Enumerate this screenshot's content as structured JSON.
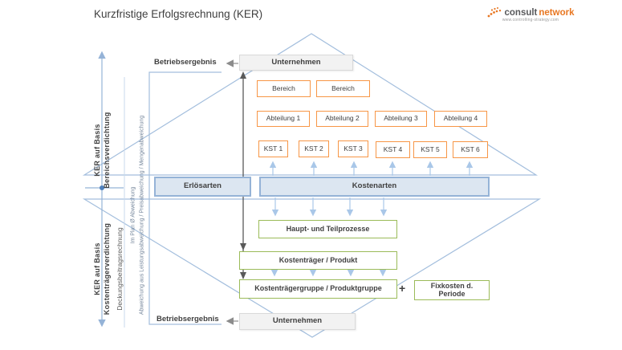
{
  "title": "Kurzfristige Erfolgsrechnung (KER)",
  "logo": {
    "brand_gray": "consult",
    "brand_orange": "network",
    "tagline": "www.controlling-strategy.com"
  },
  "axis_labels": {
    "top_bold_line1": "KER auf Basis",
    "top_bold_line2": "Bereichsverdichtung",
    "bottom_bold_line1": "KER auf Basis",
    "bottom_bold_line2": "Kostenträgerverdichtung",
    "bottom_regular": "Deckungsbeitragsrechnung",
    "variance_short": "Im Plan Ø Abweichung",
    "variance_long": "Abweichung aus Leistungsabweichung / Preisabweichung / Mengenabweichung"
  },
  "labels": {
    "betriebsergebnis_top": "Betriebsergebnis",
    "betriebsergebnis_bottom": "Betriebsergebnis",
    "plus": "+"
  },
  "nodes": {
    "unternehmen_top": "Unternehmen",
    "unternehmen_bottom": "Unternehmen",
    "bereich": [
      "Bereich",
      "Bereich"
    ],
    "abteilung": [
      "Abteilung 1",
      "Abteilung 2",
      "Abteilung 3",
      "Abteilung 4"
    ],
    "kst": [
      "KST 1",
      "KST 2",
      "KST 3",
      "KST 4",
      "KST 5",
      "KST 6"
    ],
    "erloesarten": "Erlösarten",
    "kostenarten": "Kostenarten",
    "prozesse": "Haupt- und Teilprozesse",
    "kostentraeger": "Kostenträger / Produkt",
    "kostentraegergruppe": "Kostenträgergruppe / Produktgruppe",
    "fixkosten": "Fixkosten d. Periode"
  },
  "colors": {
    "orange_border": "#f79646",
    "blue_border": "#95b3d7",
    "blue_fill": "#dce6f1",
    "green_border": "#9bbb59",
    "diamond_line": "#a3bedd",
    "light_arrow": "#a9c7e8",
    "dark_arrow": "#595959",
    "axis_dot": "#4f81bd",
    "logo_orange": "#e87722",
    "text": "#404040"
  }
}
